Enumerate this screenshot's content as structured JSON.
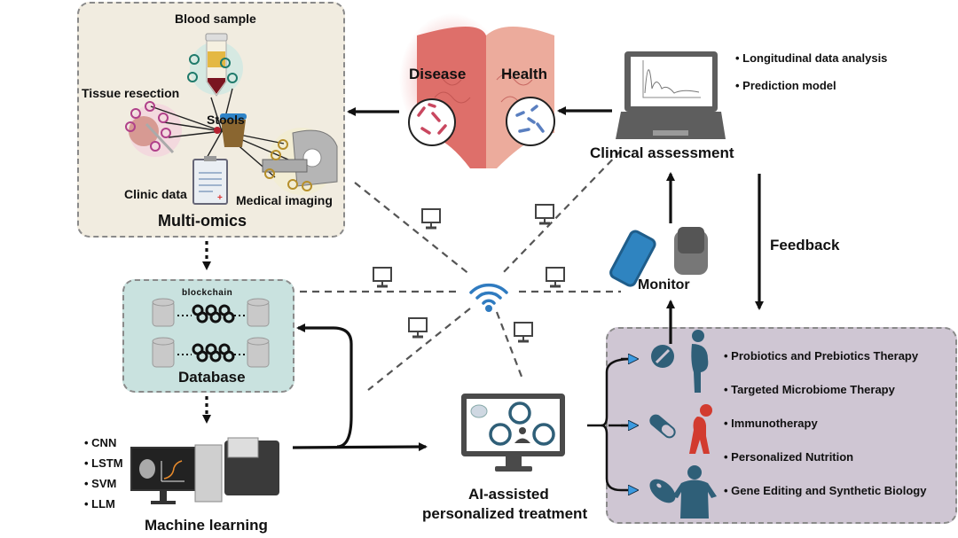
{
  "colors": {
    "multiomics_bg": "#f1ece0",
    "database_bg": "#c9e2df",
    "treatment_bg": "#cfc6d3",
    "wifi": "#2f7bc0",
    "patient_blue": "#2f5f78",
    "patient_red": "#d23b2f",
    "arrow": "#111111",
    "dash": "#555555",
    "bracket_arrow": "#3b9ae0"
  },
  "multi_omics": {
    "title": "Multi-omics",
    "center_label": "Stools",
    "sources": [
      "Blood sample",
      "Tissue resection",
      "Clinic data",
      "Medical imaging"
    ]
  },
  "gut": {
    "disease_label": "Disease",
    "health_label": "Health"
  },
  "clinical": {
    "title": "Clinical assessment",
    "bullets": [
      "• Longitudinal data analysis",
      "• Prediction model"
    ]
  },
  "feedback": {
    "label": "Feedback"
  },
  "monitor": {
    "label": "Monitor"
  },
  "database": {
    "title": "Database",
    "sublabel": "blockchain"
  },
  "machine_learning": {
    "title": "Machine learning",
    "methods": [
      "• CNN",
      "• LSTM",
      "• SVM",
      "• LLM"
    ]
  },
  "ai_treatment": {
    "title_line1": "AI-assisted",
    "title_line2": "personalized treatment"
  },
  "treatments": {
    "items": [
      "• Probiotics and Prebiotics Therapy",
      "• Targeted Microbiome Therapy",
      "• Immunotherapy",
      "• Personalized Nutrition",
      "• Gene Editing and Synthetic Biology"
    ]
  },
  "network": {
    "hub_icon": "wifi-icon",
    "node_icon": "desktop-icon",
    "node_count": 6
  }
}
